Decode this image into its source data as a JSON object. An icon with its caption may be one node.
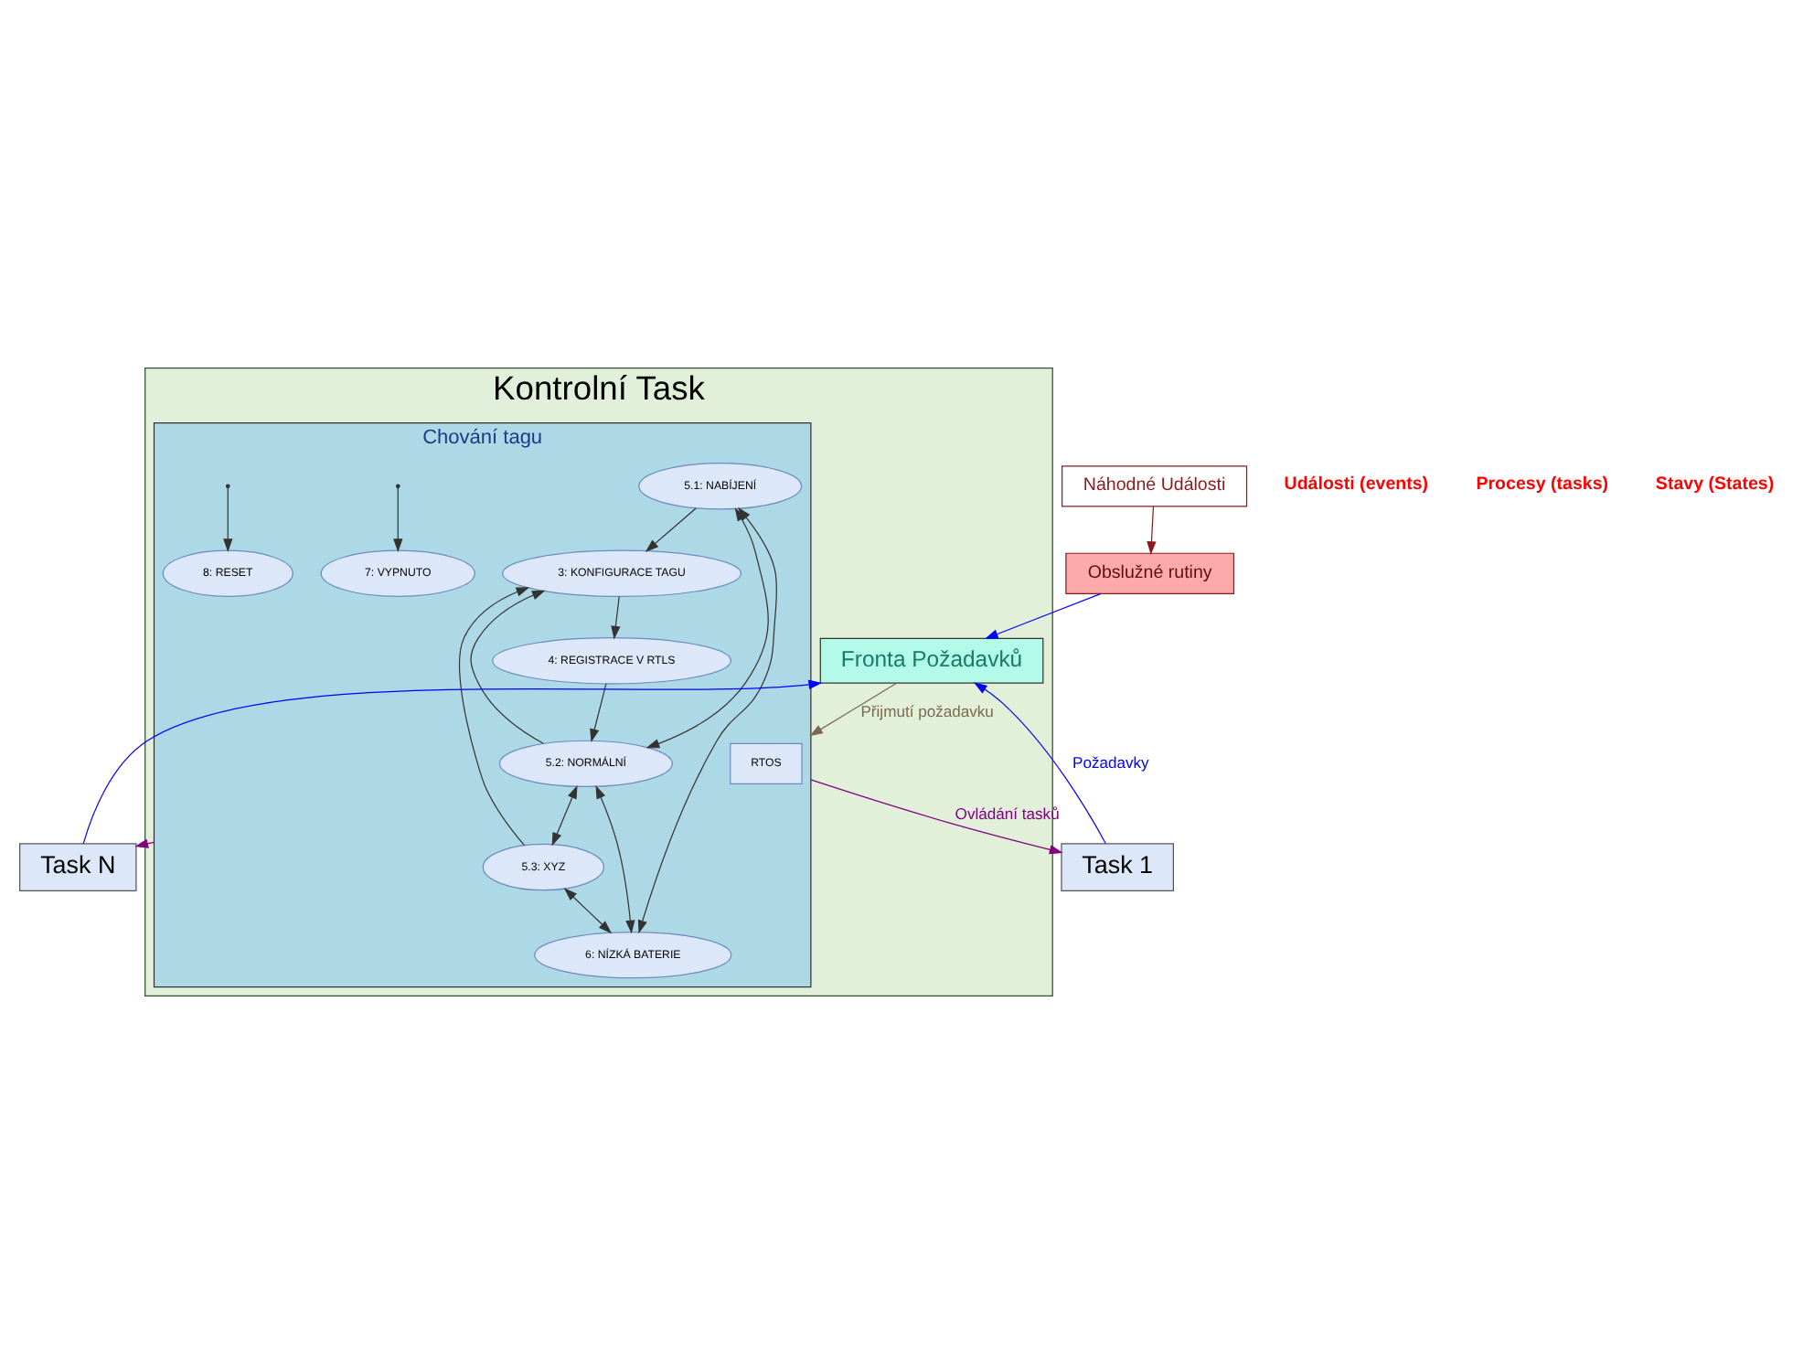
{
  "diagram": {
    "nodes": [
      {
        "text": [
          "Kontrolní Task"
        ]
      },
      {
        "text": [
          "Fronta Požadavků"
        ],
        "in": 0
      },
      {
        "text": [
          "Chování tagu"
        ],
        "in": 0
      },
      {
        "text": [
          "RTOS"
        ],
        "in": 2
      },
      {
        "text": [
          "3: KONFIGURACE TAGU"
        ],
        "in": 2
      },
      {
        "text": [
          "4: REGISTRACE V RTLS"
        ],
        "in": 2
      },
      {
        "text": [
          "5.1: NABÍJENÍ"
        ],
        "in": 2
      },
      {
        "text": [
          "5.2: NORMÁLNÍ"
        ],
        "in": 2
      },
      {
        "text": [
          "5.3: XYZ"
        ],
        "in": 2
      },
      {
        "text": [
          "6: NÍZKÁ BATERIE"
        ],
        "in": 2
      },
      {
        "text": [
          "7: VYPNUTO"
        ],
        "in": 2
      },
      {
        "text": [
          "8: RESET"
        ],
        "in": 2
      },
      {
        "text": [
          "Obslužné rutiny"
        ]
      },
      {
        "text": [
          "Náhodné Události"
        ]
      },
      {
        "text": [
          "Task 1"
        ]
      },
      {
        "text": [
          "Task N"
        ]
      }
    ],
    "edges": [
      {
        "from": 13,
        "to": 12,
        "arrow": "to",
        "color": "#8b1a1a"
      },
      {
        "from": 12,
        "to": 1,
        "arrow": "to",
        "color": "#0000ff"
      },
      {
        "from": 14,
        "to": 1,
        "arrow": "to",
        "color": "#0000ff",
        "label": "Požadavky"
      },
      {
        "from": 15,
        "to": 1,
        "arrow": "to",
        "color": "#0000ff"
      },
      {
        "from": 1,
        "to": 2,
        "arrow": "to",
        "color": "#7a6a50",
        "label": "Přijmutí požadavku"
      },
      {
        "from": 2,
        "to": 14,
        "arrow": "to",
        "color": "#800080",
        "label": "Ovládání tasků"
      },
      {
        "from": 2,
        "to": 15,
        "arrow": "to",
        "color": "#800080"
      },
      {
        "from": 4,
        "to": 5,
        "arrow": "to"
      },
      {
        "from": 5,
        "to": 7,
        "arrow": "to"
      },
      {
        "from": 7,
        "to": 4,
        "arrow": "to"
      },
      {
        "from": 6,
        "to": 4,
        "arrow": "to"
      },
      {
        "from": 8,
        "to": 4,
        "arrow": "to"
      },
      {
        "from": 6,
        "to": 7,
        "arrow": "both"
      },
      {
        "from": 7,
        "to": 8,
        "arrow": "both"
      },
      {
        "from": 7,
        "to": 9,
        "arrow": "both"
      },
      {
        "from": 6,
        "to": 9,
        "arrow": "both"
      },
      {
        "from": 8,
        "to": 9,
        "arrow": "both"
      },
      {
        "from": null,
        "to": 10,
        "arrow": "to"
      },
      {
        "from": null,
        "to": 11,
        "arrow": "to"
      }
    ],
    "labels": [
      "Události (events)",
      "Procesy (tasks)",
      "Stavy (States)"
    ]
  }
}
